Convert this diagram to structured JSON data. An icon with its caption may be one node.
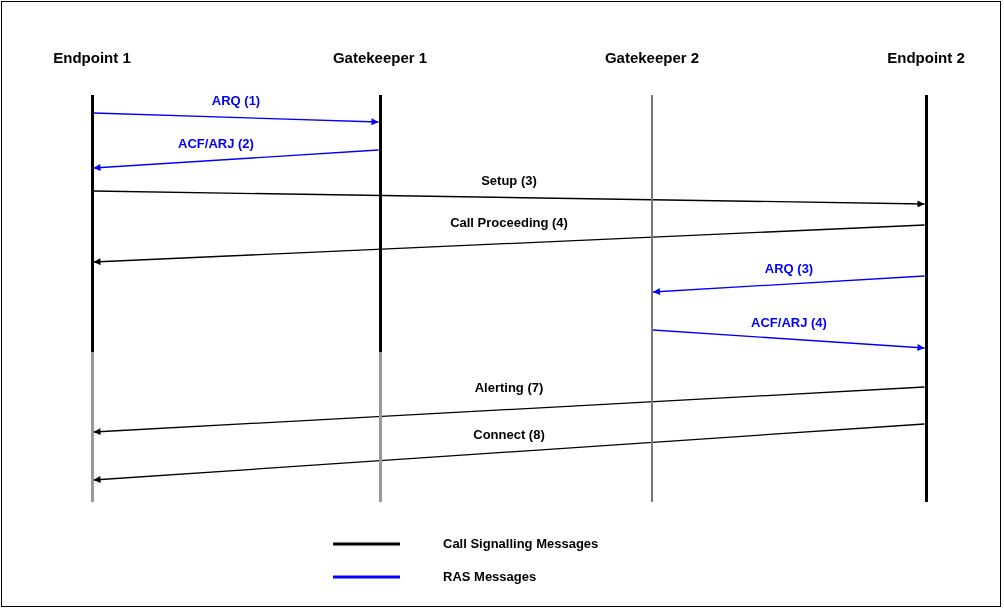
{
  "diagram": {
    "nodes": [
      {
        "text": [
          "Endpoint 1"
        ]
      },
      {
        "text": [
          "Gatekeeper 1"
        ]
      },
      {
        "text": [
          "Gatekeeper 2"
        ]
      },
      {
        "text": [
          "Endpoint 2"
        ]
      }
    ],
    "edges": [
      {
        "from": 0,
        "to": 1,
        "arrow": "to",
        "label": "ARQ (1)",
        "color": "#0000ff"
      },
      {
        "from": 1,
        "to": 0,
        "arrow": "to",
        "label": "ACF/ARJ (2)",
        "color": "#0000ff"
      },
      {
        "from": 0,
        "to": 3,
        "arrow": "to",
        "label": "Setup (3)",
        "color": "#000000"
      },
      {
        "from": 3,
        "to": 0,
        "arrow": "to",
        "label": "Call Proceeding (4)",
        "color": "#000000"
      },
      {
        "from": 3,
        "to": 2,
        "arrow": "to",
        "label": "ARQ (3)",
        "color": "#0000ff"
      },
      {
        "from": 2,
        "to": 3,
        "arrow": "to",
        "label": "ACF/ARJ (4)",
        "color": "#0000ff"
      },
      {
        "from": 3,
        "to": 0,
        "arrow": "to",
        "label": "Alerting (7)",
        "color": "#000000"
      },
      {
        "from": 3,
        "to": 0,
        "arrow": "to",
        "label": "Connect (8)",
        "color": "#000000"
      }
    ],
    "legend": [
      {
        "text": "Call Signalling Messages",
        "color": "#000000"
      },
      {
        "text": "RAS Messages",
        "color": "#0000ff"
      }
    ]
  }
}
